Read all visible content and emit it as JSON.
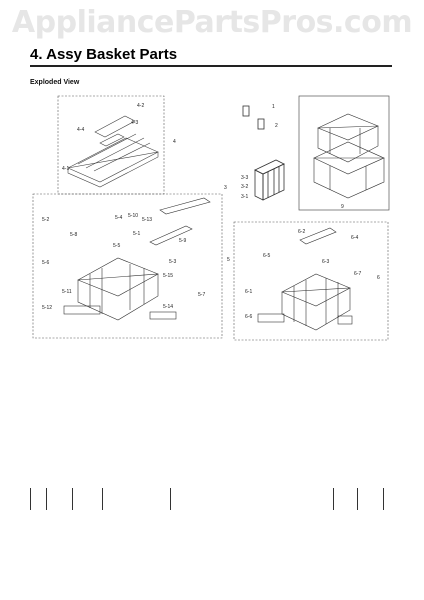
{
  "watermark": "AppliancePartsPros.com",
  "section_title": "4.  Assy Basket Parts",
  "subsection_title": "Exploded View",
  "callouts": {
    "upper_a": [
      "4-2",
      "4-4",
      "4-3",
      "4-1",
      "4"
    ],
    "mid": [
      "3-3",
      "3-2",
      "3-1",
      "3"
    ],
    "right": [
      "1",
      "2",
      "9"
    ],
    "left_group": [
      "5-2",
      "5-8",
      "5-4",
      "5-10",
      "5-13",
      "5-6",
      "5-5",
      "5-7",
      "5-12",
      "5-14",
      "5-11",
      "5-15",
      "5-9",
      "5-1",
      "5-3",
      "5"
    ],
    "right_group": [
      "6-2",
      "6-4",
      "6-3",
      "6-5",
      "6-7",
      "6-1",
      "6-6",
      "6"
    ]
  }
}
